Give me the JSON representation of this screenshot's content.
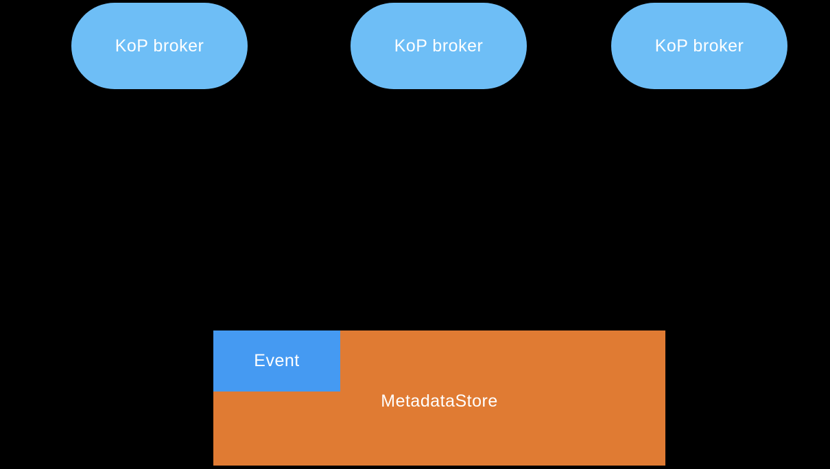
{
  "diagram": {
    "nodes": {
      "brokers": [
        {
          "label": "KoP broker"
        },
        {
          "label": "KoP broker"
        },
        {
          "label": "KoP broker"
        }
      ],
      "event": {
        "label": "Event"
      },
      "metadata_store": {
        "label": "MetadataStore"
      }
    },
    "colors": {
      "background": "#000000",
      "broker_fill": "#6EBEF6",
      "event_fill": "#459AF2",
      "store_fill": "#E07B33",
      "text": "#FFFFFF"
    }
  }
}
